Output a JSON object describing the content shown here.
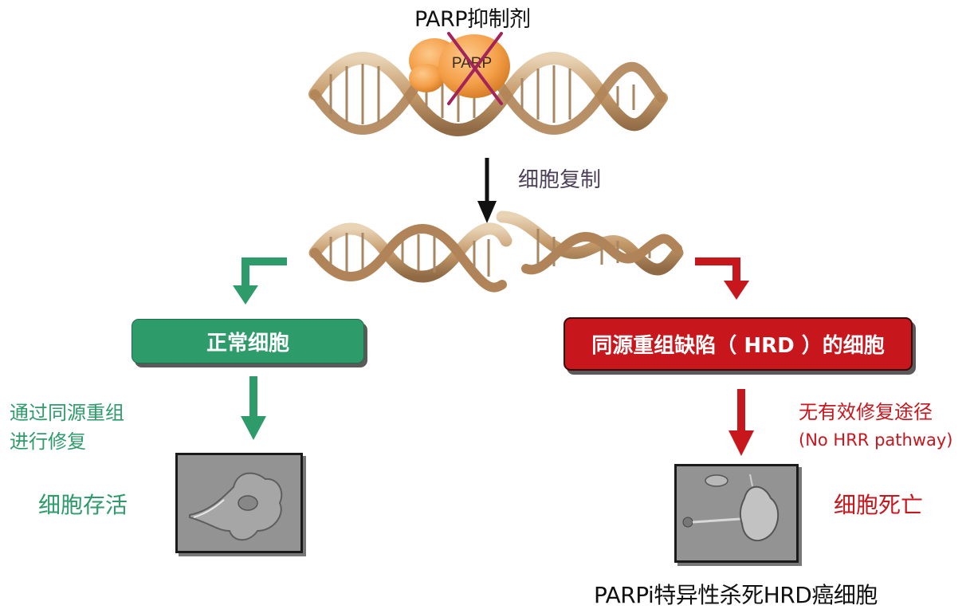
{
  "title": "PARP抑制剂",
  "parp_label": "PARP",
  "replication_label": "细胞复制",
  "normal_cell": {
    "label": "正常细胞",
    "repair_line1": "通过同源重组",
    "repair_line2": "进行修复",
    "outcome": "细胞存活"
  },
  "hrd_cell": {
    "label": "同源重组缺陷（ HRD ）的细胞",
    "no_pathway": "无有效修复途径",
    "no_pathway_en": "(No HRR pathway)",
    "outcome": "细胞死亡"
  },
  "bottom_caption": "PARPi特异性杀死HRD癌细胞",
  "colors": {
    "green": "#2e9b6a",
    "red": "#c8161d",
    "dna": "#c9a27a",
    "parp": "#f5a04a"
  }
}
